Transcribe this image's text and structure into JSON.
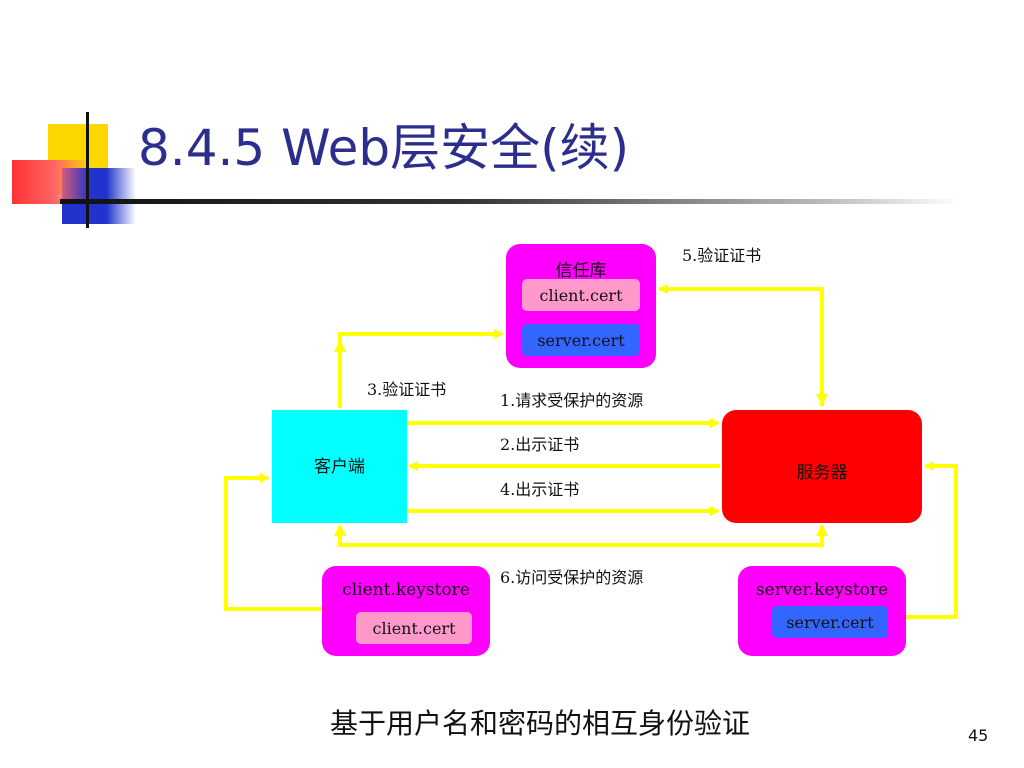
{
  "slide": {
    "title": "8.4.5 Web层安全(续)",
    "caption": "基于用户名和密码的相互身份验证",
    "page_number": "45"
  },
  "diagram": {
    "trust_store": {
      "label": "信任库",
      "client_cert": "client.cert",
      "server_cert": "server.cert"
    },
    "client": {
      "label": "客户端"
    },
    "server": {
      "label": "服务器"
    },
    "client_keystore": {
      "label": "client.keystore",
      "cert": "client.cert"
    },
    "server_keystore": {
      "label": "server.keystore",
      "cert": "server.cert"
    },
    "steps": {
      "s1": "1.请求受保护的资源",
      "s2": "2.出示证书",
      "s3": "3.验证证书",
      "s4": "4.出示证书",
      "s5": "5.验证证书",
      "s6": "6.访问受保护的资源"
    }
  },
  "colors": {
    "magenta": "#ff00ff",
    "cyan": "#00ffff",
    "red": "#ff0000",
    "pink": "#ff99cc",
    "blue": "#3366ff",
    "arrow_yellow": "#ffff00",
    "title_blue": "#2b2e8c"
  }
}
